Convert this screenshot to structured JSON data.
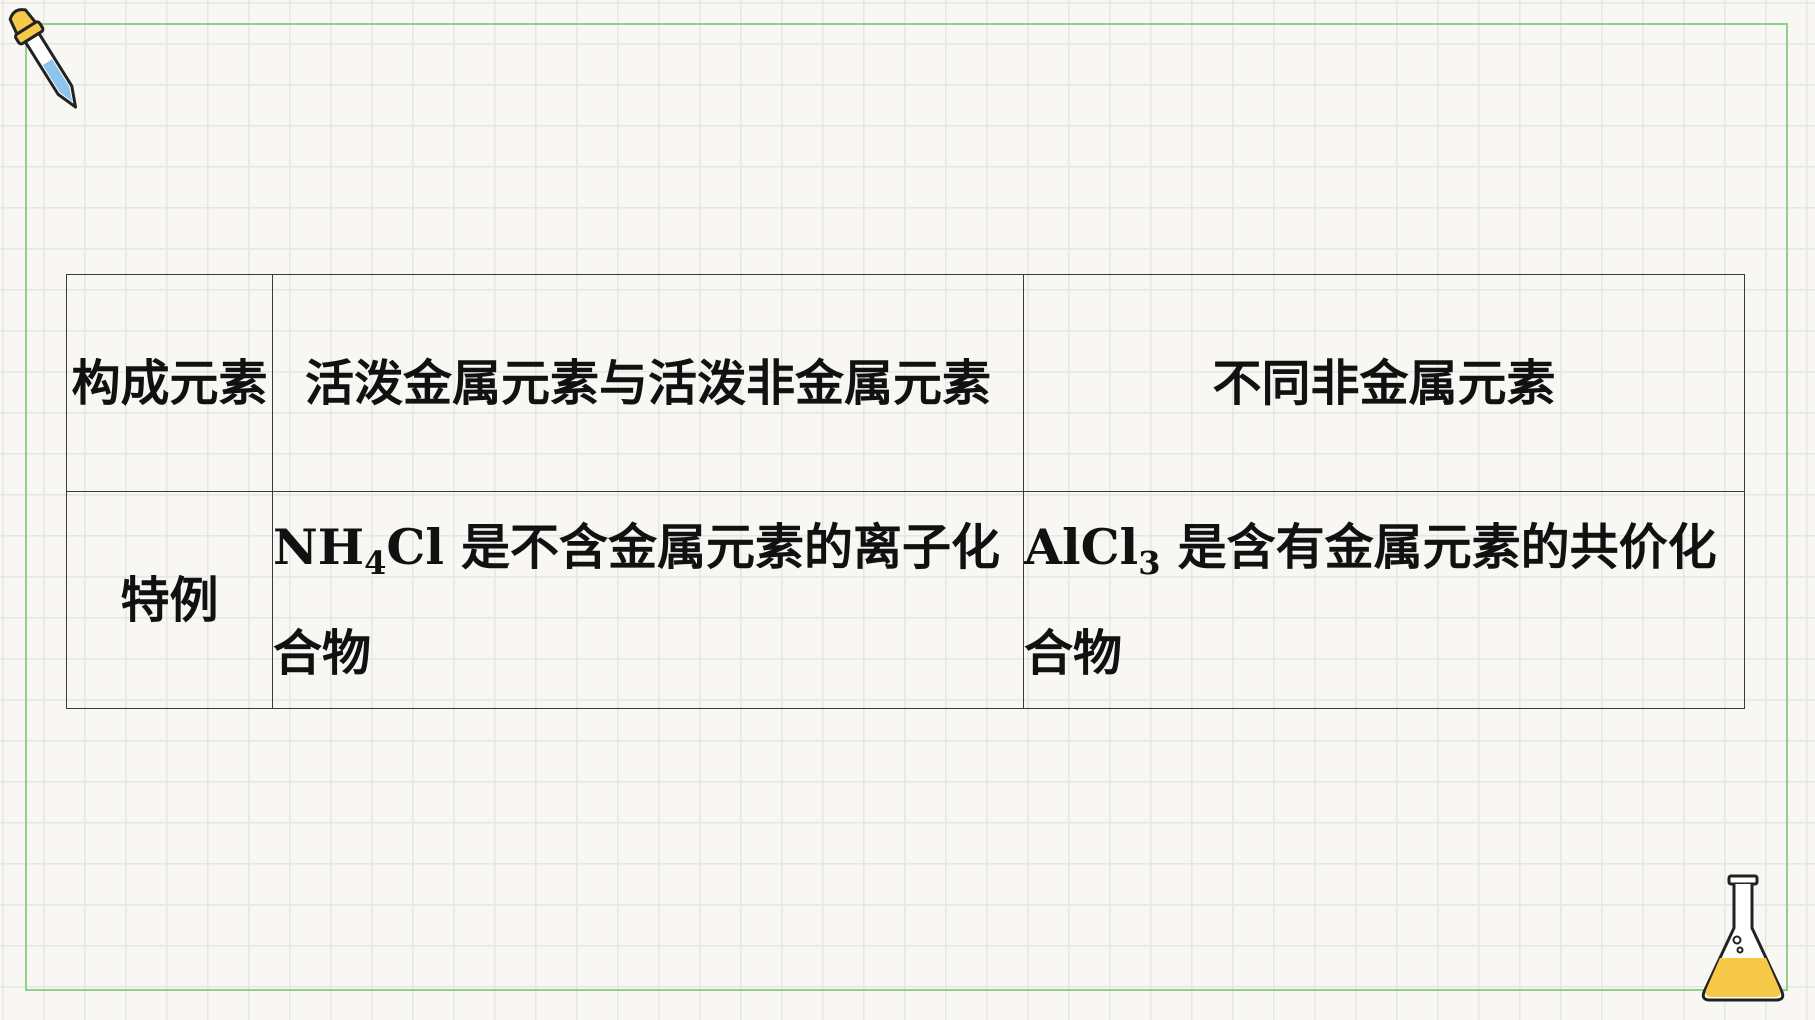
{
  "table": {
    "header": {
      "label": "构成元素",
      "col1": "活泼金属元素与活泼非金属元素",
      "col2": "不同非金属元素"
    },
    "example": {
      "label": "特例",
      "col1": {
        "formula_pre": "NH",
        "formula_sub": "4",
        "formula_post": "Cl",
        "text": " 是不含金属元素的离子化合物"
      },
      "col2": {
        "formula_pre": "AlCl",
        "formula_sub": "3",
        "text": " 是含有金属元素的共价化合物"
      }
    }
  },
  "icons": {
    "corner_top_left": "dropper-icon",
    "corner_bottom_right": "flask-icon"
  },
  "colors": {
    "frame_border": "#8fd08c",
    "grid_line": "#e6e6e2",
    "background": "#f8f7f4",
    "flask_liquid": "#f7c948",
    "dropper_bulb": "#f7c948",
    "dropper_glass": "#8ec5ea"
  }
}
